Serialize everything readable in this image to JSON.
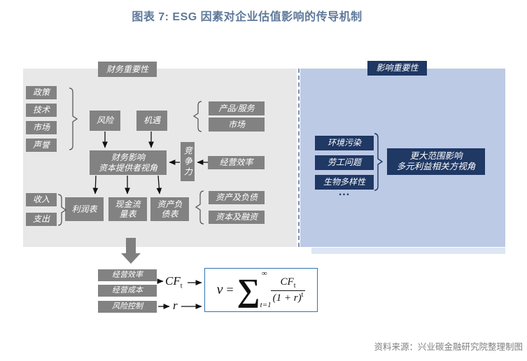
{
  "title": "图表 7: ESG 因素对企业估值影响的传导机制",
  "source": "资料来源：兴业碳金融研究院整理制图",
  "colors": {
    "title": "#5e7899",
    "financial_panel_bg": "#e8e8e8",
    "impact_panel_bg": "#bdcae6",
    "gray_box": "#828282",
    "navy_box": "#1f3864",
    "formula_border": "#2e74b5",
    "divider": "#7d91b3",
    "source_text": "#7f7f7f"
  },
  "financial_panel": {
    "header": "财务重要性",
    "drivers": [
      "政策",
      "技术",
      "市场",
      "声誉"
    ],
    "risk": "风险",
    "opportunity": "机遇",
    "product_service": "产品/服务",
    "market": "市场",
    "financial_impact": {
      "line1": "财务影响",
      "line2": "资本提供者视角"
    },
    "competitiveness": "竞争力",
    "operating_efficiency": "经营效率",
    "income": "收入",
    "expense": "支出",
    "income_statement": "利润表",
    "cash_flow_statement": {
      "line1": "现金流",
      "line2": "量表"
    },
    "balance_sheet": {
      "line1": "资产负",
      "line2": "债表"
    },
    "assets_liabilities": "资产及负债",
    "capital_financing": "资本及融资"
  },
  "impact_panel": {
    "header": "影响重要性",
    "issues": [
      "环境污染",
      "劳工问题",
      "生物多样性"
    ],
    "ellipsis": "...",
    "wider_impact": {
      "line1": "更大范围影响",
      "line2": "多元利益相关方视角"
    }
  },
  "valuation": {
    "operating_efficiency": "经营效率",
    "operating_cost": "经营成本",
    "risk_control": "风险控制",
    "cf_var": "CF",
    "cf_sub": "t",
    "r_var": "r",
    "formula": {
      "lhs": "v",
      "equals": "=",
      "sigma": "∑",
      "upper": "∞",
      "lower": "t=1",
      "numerator": "CF",
      "numerator_sub": "t",
      "denominator": "(1 + r)",
      "denominator_sup": "t"
    }
  }
}
